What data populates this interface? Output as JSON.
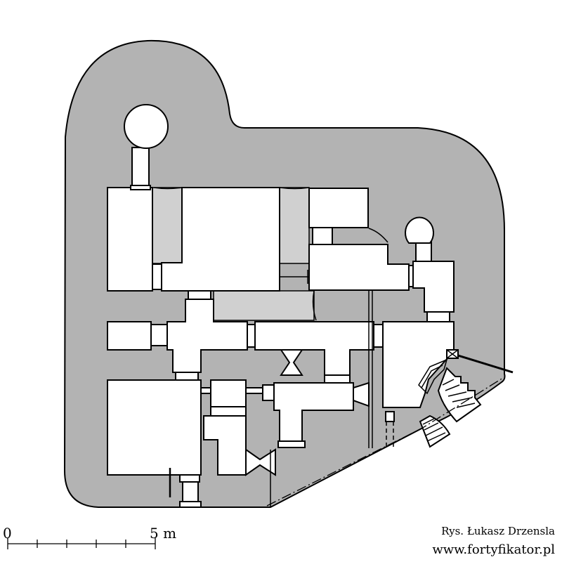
{
  "scale_bar": {
    "start_label": "0",
    "end_label": "5 m"
  },
  "credits": {
    "author": "Rys. Łukasz Drzensla",
    "website": "www.fortyfikator.pl"
  },
  "colors": {
    "concrete": "#b3b3b3",
    "earth_fill": "#d0d0d0",
    "rooms": "#ffffff",
    "lines": "#000000"
  }
}
